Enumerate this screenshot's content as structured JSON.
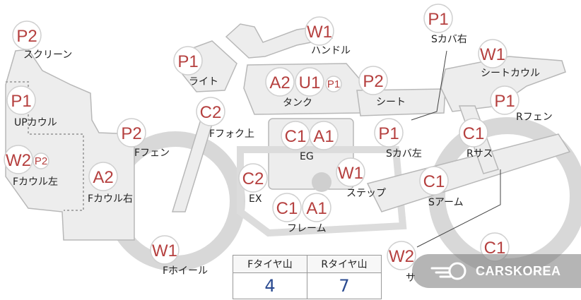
{
  "parts": [
    {
      "id": "screen",
      "label": "スクリーン",
      "codes": [
        {
          "text": "P2"
        }
      ]
    },
    {
      "id": "handle",
      "label": "ハンドル",
      "codes": [
        {
          "text": "W1"
        }
      ]
    },
    {
      "id": "side-cover-right",
      "label": "Sカバ右",
      "codes": [
        {
          "text": "P1"
        }
      ]
    },
    {
      "id": "seat-cowl",
      "label": "シートカウル",
      "codes": [
        {
          "text": "W1"
        }
      ]
    },
    {
      "id": "light",
      "label": "ライト",
      "codes": [
        {
          "text": "P1"
        }
      ]
    },
    {
      "id": "tank",
      "label": "タンク",
      "codes": [
        {
          "text": "A2"
        },
        {
          "text": "U1"
        },
        {
          "text": "P1",
          "small": true
        }
      ]
    },
    {
      "id": "seat",
      "label": "シート",
      "codes": [
        {
          "text": "P2"
        }
      ]
    },
    {
      "id": "up-cowl",
      "label": "UPカウル",
      "codes": [
        {
          "text": "P1"
        }
      ]
    },
    {
      "id": "rear-fender",
      "label": "Rフェン",
      "codes": [
        {
          "text": "P1"
        }
      ]
    },
    {
      "id": "front-fork",
      "label": "Fフォク上",
      "codes": [
        {
          "text": "C2"
        }
      ]
    },
    {
      "id": "front-fender",
      "label": "Fフェン",
      "codes": [
        {
          "text": "P2"
        }
      ]
    },
    {
      "id": "engine",
      "label": "EG",
      "codes": [
        {
          "text": "C1"
        },
        {
          "text": "A1"
        }
      ]
    },
    {
      "id": "side-cover-left",
      "label": "Sカバ左",
      "codes": [
        {
          "text": "P1"
        }
      ]
    },
    {
      "id": "rear-suspension",
      "label": "Rサス",
      "codes": [
        {
          "text": "C1"
        }
      ]
    },
    {
      "id": "front-cowl-left",
      "label": "Fカウル左",
      "codes": [
        {
          "text": "W2"
        },
        {
          "text": "P2",
          "small": true
        }
      ]
    },
    {
      "id": "front-cowl-right",
      "label": "Fカウル右",
      "codes": [
        {
          "text": "A2"
        }
      ]
    },
    {
      "id": "exhaust",
      "label": "EX",
      "codes": [
        {
          "text": "C2"
        }
      ]
    },
    {
      "id": "step",
      "label": "ステップ",
      "codes": [
        {
          "text": "W1"
        }
      ]
    },
    {
      "id": "swing-arm",
      "label": "Sアーム",
      "codes": [
        {
          "text": "C1"
        }
      ]
    },
    {
      "id": "frame",
      "label": "フレーム",
      "codes": [
        {
          "text": "C1"
        },
        {
          "text": "A1"
        }
      ]
    },
    {
      "id": "front-wheel",
      "label": "Fホイール",
      "codes": [
        {
          "text": "W1"
        }
      ]
    },
    {
      "id": "rear-wheel",
      "label": "サ",
      "codes": [
        {
          "text": "W2"
        }
      ]
    },
    {
      "id": "rear-tire-extra",
      "label": "",
      "codes": [
        {
          "text": "C1"
        }
      ]
    }
  ],
  "tire_table": {
    "headers": [
      "Fタイヤ山",
      "Rタイヤ山"
    ],
    "values": [
      "4",
      "7"
    ]
  },
  "watermark": {
    "text": "CARSKOREA"
  },
  "colors": {
    "code": "#b5403f",
    "value": "#2a4a90",
    "body": "#ededed",
    "outline": "#b8b8b8"
  }
}
